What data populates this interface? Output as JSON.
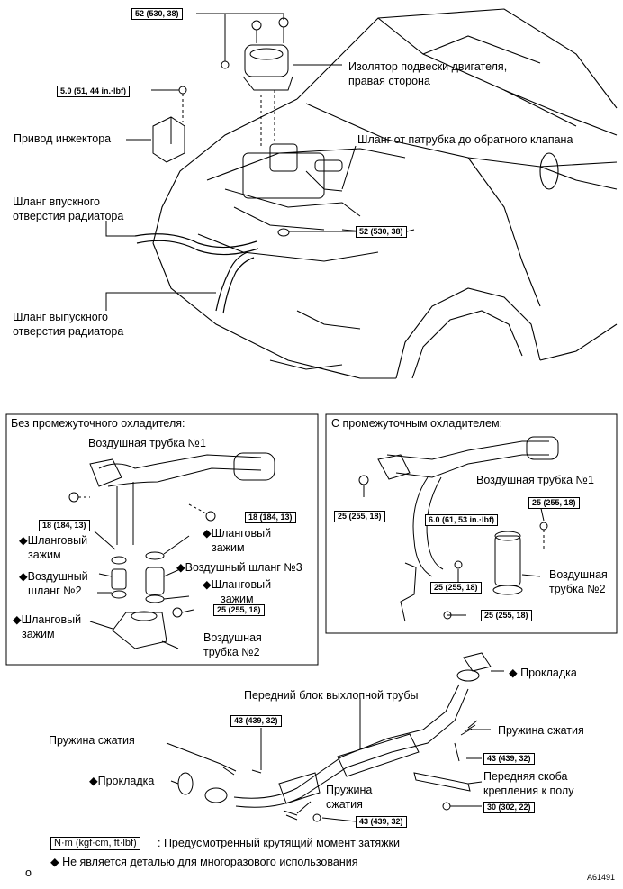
{
  "top": {
    "torque_mount": "52 (530, 38)",
    "torque_injector": "5.0 (51, 44 in.·lbf)",
    "torque_engine": "52 (530, 38)",
    "label_mount": "Изолятор подвески двигателя,",
    "label_mount2": "правая сторона",
    "label_injector": "Привод инжектора",
    "label_check_hose": "Шланг от патрубка до обратного клапана",
    "label_inlet_hose1": "Шланг впускного",
    "label_inlet_hose2": "отверстия радиатора",
    "label_outlet_hose1": "Шланг выпускного",
    "label_outlet_hose2": "отверстия радиатора"
  },
  "left_panel": {
    "title": "Без промежуточного охладителя:",
    "air_tube1": "Воздушная трубка №1",
    "torque_a": "18 (184, 13)",
    "torque_b": "18 (184, 13)",
    "torque_c": "25 (255, 18)",
    "clamp1a": "◆Шланговый",
    "clamp1b": "зажим",
    "clamp2a": "◆Шланговый",
    "clamp2b": "зажим",
    "hose2a": "◆Воздушный",
    "hose2b": "шланг №2",
    "hose3": "◆Воздушный шланг №3",
    "clamp3a": "◆Шланговый",
    "clamp3b": "зажим",
    "clamp4a": "◆Шланговый",
    "clamp4b": "зажим",
    "tube2a": "Воздушная",
    "tube2b": "трубка №2"
  },
  "right_panel": {
    "title": "С промежуточным охладителем:",
    "air_tube1": "Воздушная трубка №1",
    "torque_a": "25 (255, 18)",
    "torque_b": "25 (255, 18)",
    "torque_c": "6.0 (61, 53 in.·lbf)",
    "torque_d": "25 (255, 18)",
    "torque_e": "25 (255, 18)",
    "tube2a": "Воздушная",
    "tube2b": "трубка №2"
  },
  "bottom": {
    "gasket_top": "◆ Прокладка",
    "exhaust": "Передний блок выхлопной трубы",
    "spring_right": "Пружина сжатия",
    "torque_right": "43 (439, 32)",
    "bracket1": "Передняя скоба",
    "bracket2": "крепления к полу",
    "torque_bracket": "30 (302, 22)",
    "torque_left": "43 (439, 32)",
    "spring_left": "Пружина сжатия",
    "gasket_left": "◆Прокладка",
    "spring_mid1": "Пружина",
    "spring_mid2": "сжатия",
    "torque_mid": "43 (439, 32)"
  },
  "legend": {
    "unit": "N·m (kgf·cm, ft·lbf)",
    "unit_desc": ": Предусмотренный крутящий момент затяжки",
    "nonreuse": "◆ Не является деталью для многоразового использования",
    "corner_left": "o",
    "code": "A61491"
  }
}
